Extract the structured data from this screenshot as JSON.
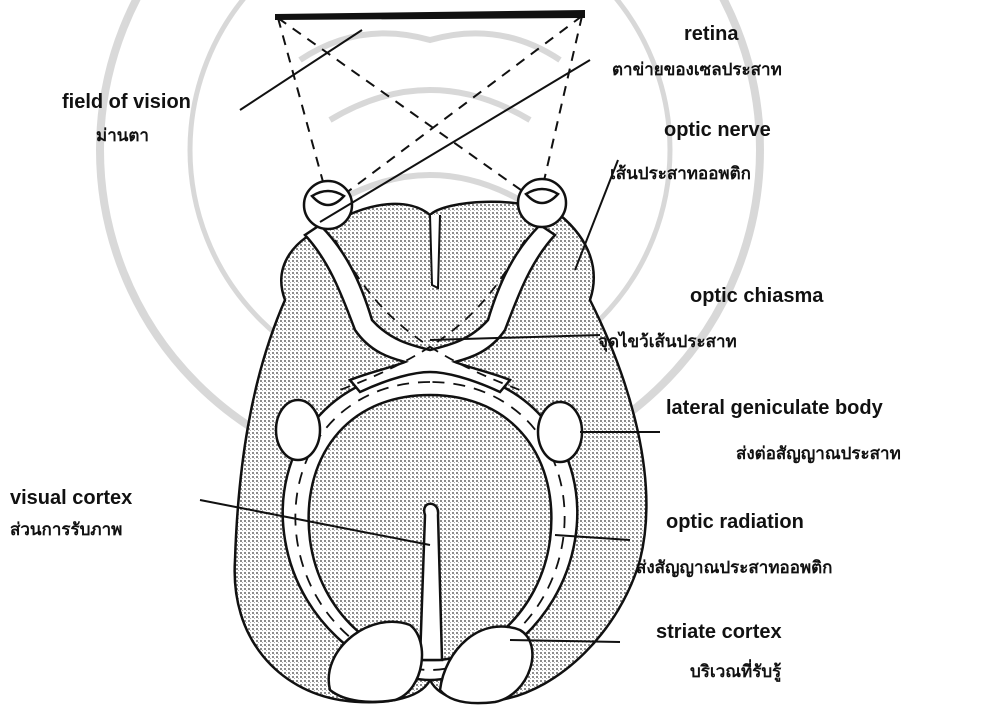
{
  "labels": {
    "field_of_vision": {
      "en": "field of vision",
      "th": "ม่านตา"
    },
    "retina": {
      "en": "retina",
      "th": "ตาข่ายของเซลประสาท"
    },
    "optic_nerve": {
      "en": "optic nerve",
      "th": "เส้นประสาทออพติก"
    },
    "optic_chiasma": {
      "en": "optic chiasma",
      "th": "จุดไขว้เส้นประสาท"
    },
    "lateral_geniculate_body": {
      "en": "lateral geniculate body",
      "th": "ส่งต่อสัญญาณประสาท"
    },
    "visual_cortex": {
      "en": "visual cortex",
      "th": "ส่วนการรับภาพ"
    },
    "optic_radiation": {
      "en": "optic radiation",
      "th": "ส่งสัญญาณประสาทออพติก"
    },
    "striate_cortex": {
      "en": "striate cortex",
      "th": "บริเวณที่รับรู้"
    }
  },
  "colors": {
    "ink": "#111111",
    "stipple": "#9a9a9a",
    "watermark": "#c8c8c8"
  }
}
